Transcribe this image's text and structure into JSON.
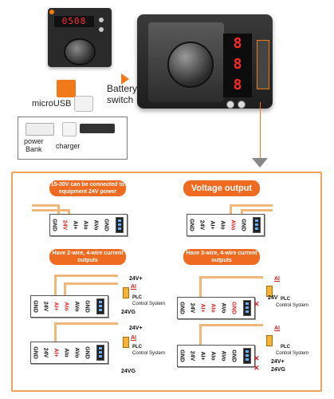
{
  "top": {
    "small_display": "0508",
    "big_display": [
      "8",
      "8",
      "8"
    ],
    "battery_switch_label": [
      "Battery",
      "switch"
    ],
    "microusb_label": "microUSB",
    "power_bank_label": [
      "power",
      "Bank"
    ],
    "charger_label": "charger"
  },
  "panels": {
    "p1_title": "15-30V can be connected to equipment 24V power",
    "p2_title": "Voltage output",
    "p3_title": "Have 2-wire, 4-wire current outputs",
    "p4_title": "Have 3-wire, 4-wire current outputs"
  },
  "terminal_pins": [
    "GND",
    "24V",
    "AI+",
    "AIo",
    "AVo",
    "GND"
  ],
  "plc": {
    "v24_plus": "24V+",
    "v24_g": "24VG",
    "v24": "24V",
    "ai": "AI",
    "plc": "PLC",
    "control_system": "Control System"
  },
  "colors": {
    "accent": "#ef6b22",
    "wire": "#f0b77a",
    "signal_red": "#d42020"
  }
}
